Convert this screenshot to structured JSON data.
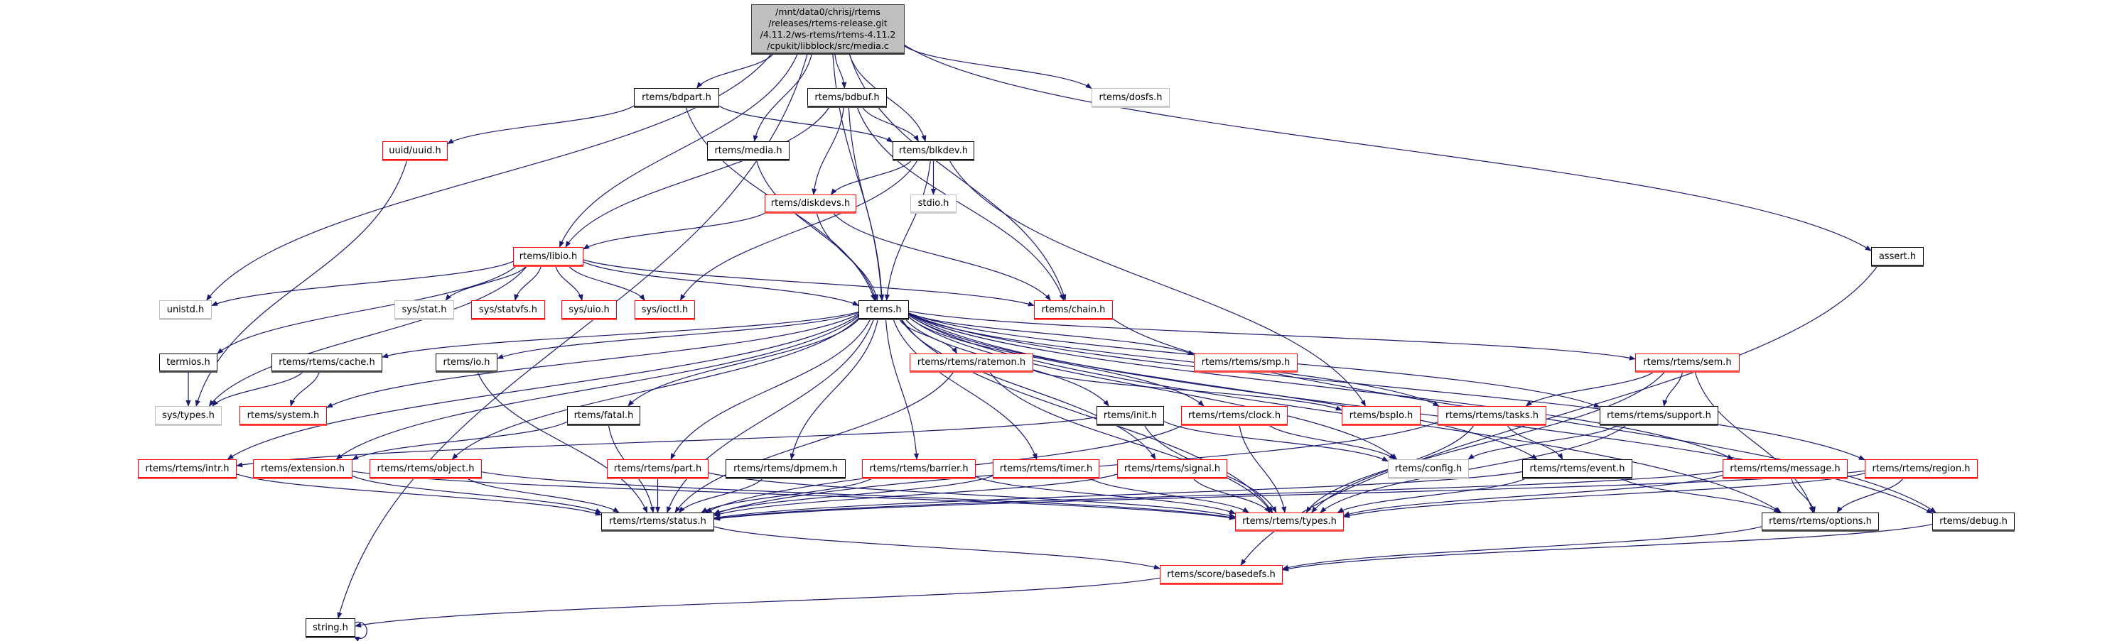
{
  "graph": {
    "edge_color": "#191970",
    "main_node": {
      "id": "main",
      "lines": [
        "/mnt/data0/chrisj/rtems",
        "/releases/rtems-release.git",
        "/4.11.2/ws-rtems/rtems-4.11.2",
        "/cpukit/libblock/src/media.c"
      ]
    },
    "nodes": [
      {
        "id": "bdpart",
        "label": "rtems/bdpart.h",
        "style": "black"
      },
      {
        "id": "bdbuf",
        "label": "rtems/bdbuf.h",
        "style": "black"
      },
      {
        "id": "dosfs",
        "label": "rtems/dosfs.h",
        "style": "gray"
      },
      {
        "id": "uuid",
        "label": "uuid/uuid.h",
        "style": "red"
      },
      {
        "id": "media",
        "label": "rtems/media.h",
        "style": "black"
      },
      {
        "id": "blkdev",
        "label": "rtems/blkdev.h",
        "style": "black"
      },
      {
        "id": "diskdevs",
        "label": "rtems/diskdevs.h",
        "style": "red"
      },
      {
        "id": "stdio",
        "label": "stdio.h",
        "style": "gray"
      },
      {
        "id": "libio",
        "label": "rtems/libio.h",
        "style": "red"
      },
      {
        "id": "assert",
        "label": "assert.h",
        "style": "black"
      },
      {
        "id": "unistd",
        "label": "unistd.h",
        "style": "gray"
      },
      {
        "id": "sysstat",
        "label": "sys/stat.h",
        "style": "gray"
      },
      {
        "id": "statvfs",
        "label": "sys/statvfs.h",
        "style": "red"
      },
      {
        "id": "uio",
        "label": "sys/uio.h",
        "style": "red"
      },
      {
        "id": "ioctl",
        "label": "sys/ioctl.h",
        "style": "red"
      },
      {
        "id": "rtems",
        "label": "rtems.h",
        "style": "black"
      },
      {
        "id": "chain",
        "label": "rtems/chain.h",
        "style": "red"
      },
      {
        "id": "termios",
        "label": "termios.h",
        "style": "black"
      },
      {
        "id": "cache",
        "label": "rtems/rtems/cache.h",
        "style": "black"
      },
      {
        "id": "io",
        "label": "rtems/io.h",
        "style": "black"
      },
      {
        "id": "ratemon",
        "label": "rtems/rtems/ratemon.h",
        "style": "red"
      },
      {
        "id": "smp",
        "label": "rtems/rtems/smp.h",
        "style": "red"
      },
      {
        "id": "sem",
        "label": "rtems/rtems/sem.h",
        "style": "red"
      },
      {
        "id": "systypes",
        "label": "sys/types.h",
        "style": "gray"
      },
      {
        "id": "system",
        "label": "rtems/system.h",
        "style": "red"
      },
      {
        "id": "fatal",
        "label": "rtems/fatal.h",
        "style": "black"
      },
      {
        "id": "init",
        "label": "rtems/init.h",
        "style": "black"
      },
      {
        "id": "clock",
        "label": "rtems/rtems/clock.h",
        "style": "red"
      },
      {
        "id": "bspio",
        "label": "rtems/bspIo.h",
        "style": "red"
      },
      {
        "id": "tasks",
        "label": "rtems/rtems/tasks.h",
        "style": "red"
      },
      {
        "id": "support",
        "label": "rtems/rtems/support.h",
        "style": "black"
      },
      {
        "id": "intr",
        "label": "rtems/rtems/intr.h",
        "style": "red"
      },
      {
        "id": "extension",
        "label": "rtems/extension.h",
        "style": "red"
      },
      {
        "id": "object",
        "label": "rtems/rtems/object.h",
        "style": "red"
      },
      {
        "id": "part",
        "label": "rtems/rtems/part.h",
        "style": "red"
      },
      {
        "id": "dpmem",
        "label": "rtems/rtems/dpmem.h",
        "style": "black"
      },
      {
        "id": "barrier",
        "label": "rtems/rtems/barrier.h",
        "style": "red"
      },
      {
        "id": "timer",
        "label": "rtems/rtems/timer.h",
        "style": "red"
      },
      {
        "id": "signal",
        "label": "rtems/rtems/signal.h",
        "style": "red"
      },
      {
        "id": "config",
        "label": "rtems/config.h",
        "style": "gray"
      },
      {
        "id": "event",
        "label": "rtems/rtems/event.h",
        "style": "black"
      },
      {
        "id": "message",
        "label": "rtems/rtems/message.h",
        "style": "red"
      },
      {
        "id": "region",
        "label": "rtems/rtems/region.h",
        "style": "red"
      },
      {
        "id": "status",
        "label": "rtems/rtems/status.h",
        "style": "black"
      },
      {
        "id": "types",
        "label": "rtems/rtems/types.h",
        "style": "red"
      },
      {
        "id": "options",
        "label": "rtems/rtems/options.h",
        "style": "black"
      },
      {
        "id": "debug",
        "label": "rtems/debug.h",
        "style": "black"
      },
      {
        "id": "basedefs",
        "label": "rtems/score/basedefs.h",
        "style": "red"
      },
      {
        "id": "string",
        "label": "string.h",
        "style": "black"
      }
    ],
    "edges": [
      [
        "main",
        "bdpart"
      ],
      [
        "main",
        "bdbuf"
      ],
      [
        "main",
        "media"
      ],
      [
        "main",
        "blkdev"
      ],
      [
        "main",
        "libio"
      ],
      [
        "main",
        "rtems"
      ],
      [
        "main",
        "dosfs"
      ],
      [
        "main",
        "assert"
      ],
      [
        "main",
        "unistd"
      ],
      [
        "main",
        "string"
      ],
      [
        "main",
        "chain"
      ],
      [
        "bdpart",
        "uuid"
      ],
      [
        "bdpart",
        "blkdev"
      ],
      [
        "bdpart",
        "rtems"
      ],
      [
        "bdbuf",
        "libio"
      ],
      [
        "bdbuf",
        "blkdev"
      ],
      [
        "bdbuf",
        "diskdevs"
      ],
      [
        "bdbuf",
        "rtems"
      ],
      [
        "bdbuf",
        "chain"
      ],
      [
        "uuid",
        "systypes"
      ],
      [
        "media",
        "rtems"
      ],
      [
        "blkdev",
        "diskdevs"
      ],
      [
        "blkdev",
        "stdio"
      ],
      [
        "blkdev",
        "rtems"
      ],
      [
        "blkdev",
        "ioctl"
      ],
      [
        "blkdev",
        "bspio"
      ],
      [
        "diskdevs",
        "libio"
      ],
      [
        "diskdevs",
        "rtems"
      ],
      [
        "diskdevs",
        "chain"
      ],
      [
        "libio",
        "unistd"
      ],
      [
        "libio",
        "sysstat"
      ],
      [
        "libio",
        "statvfs"
      ],
      [
        "libio",
        "uio"
      ],
      [
        "libio",
        "ioctl"
      ],
      [
        "libio",
        "rtems"
      ],
      [
        "libio",
        "chain"
      ],
      [
        "libio",
        "termios"
      ],
      [
        "libio",
        "systypes"
      ],
      [
        "rtems",
        "cache"
      ],
      [
        "rtems",
        "io"
      ],
      [
        "rtems",
        "system"
      ],
      [
        "rtems",
        "fatal"
      ],
      [
        "rtems",
        "intr"
      ],
      [
        "rtems",
        "extension"
      ],
      [
        "rtems",
        "object"
      ],
      [
        "rtems",
        "part"
      ],
      [
        "rtems",
        "dpmem"
      ],
      [
        "rtems",
        "barrier"
      ],
      [
        "rtems",
        "timer"
      ],
      [
        "rtems",
        "signal"
      ],
      [
        "rtems",
        "ratemon"
      ],
      [
        "rtems",
        "smp"
      ],
      [
        "rtems",
        "init"
      ],
      [
        "rtems",
        "clock"
      ],
      [
        "rtems",
        "tasks"
      ],
      [
        "rtems",
        "config"
      ],
      [
        "rtems",
        "event"
      ],
      [
        "rtems",
        "sem"
      ],
      [
        "rtems",
        "support"
      ],
      [
        "rtems",
        "message"
      ],
      [
        "rtems",
        "region"
      ],
      [
        "rtems",
        "options"
      ],
      [
        "rtems",
        "debug"
      ],
      [
        "rtems",
        "types"
      ],
      [
        "rtems",
        "status"
      ],
      [
        "termios",
        "systypes"
      ],
      [
        "cache",
        "systypes"
      ],
      [
        "cache",
        "system"
      ],
      [
        "io",
        "status"
      ],
      [
        "fatal",
        "status"
      ],
      [
        "fatal",
        "extension"
      ],
      [
        "ratemon",
        "status"
      ],
      [
        "ratemon",
        "bspio"
      ],
      [
        "ratemon",
        "types"
      ],
      [
        "intr",
        "status"
      ],
      [
        "extension",
        "status"
      ],
      [
        "extension",
        "types"
      ],
      [
        "object",
        "status"
      ],
      [
        "object",
        "types"
      ],
      [
        "part",
        "status"
      ],
      [
        "part",
        "types"
      ],
      [
        "dpmem",
        "status"
      ],
      [
        "barrier",
        "status"
      ],
      [
        "barrier",
        "types"
      ],
      [
        "timer",
        "status"
      ],
      [
        "timer",
        "types"
      ],
      [
        "signal",
        "status"
      ],
      [
        "signal",
        "types"
      ],
      [
        "init",
        "config"
      ],
      [
        "init",
        "types"
      ],
      [
        "init",
        "intr"
      ],
      [
        "clock",
        "config"
      ],
      [
        "clock",
        "types"
      ],
      [
        "clock",
        "status"
      ],
      [
        "tasks",
        "event"
      ],
      [
        "tasks",
        "types"
      ],
      [
        "tasks",
        "status"
      ],
      [
        "sem",
        "tasks"
      ],
      [
        "sem",
        "support"
      ],
      [
        "sem",
        "types"
      ],
      [
        "sem",
        "options"
      ],
      [
        "support",
        "config"
      ],
      [
        "support",
        "types"
      ],
      [
        "event",
        "types"
      ],
      [
        "event",
        "options"
      ],
      [
        "event",
        "status"
      ],
      [
        "message",
        "status"
      ],
      [
        "message",
        "types"
      ],
      [
        "message",
        "options"
      ],
      [
        "region",
        "status"
      ],
      [
        "region",
        "types"
      ],
      [
        "region",
        "options"
      ],
      [
        "options",
        "basedefs"
      ],
      [
        "debug",
        "basedefs"
      ],
      [
        "assert",
        "basedefs"
      ],
      [
        "status",
        "basedefs"
      ],
      [
        "basedefs",
        "string"
      ],
      [
        "string",
        "string"
      ],
      [
        "chain",
        "debug"
      ]
    ]
  }
}
